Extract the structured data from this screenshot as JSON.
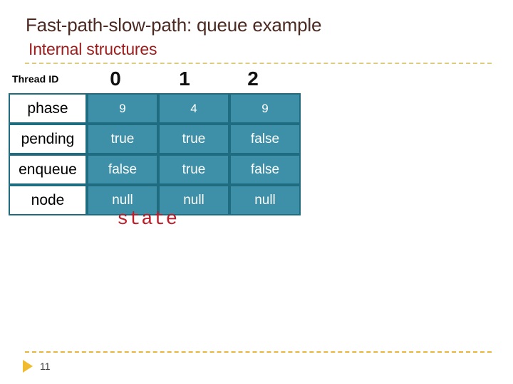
{
  "slide": {
    "title": "Fast-path-slow-path: queue example",
    "subtitle": "Internal structures",
    "title_color": "#4b2a22",
    "subtitle_color": "#9e1b1b"
  },
  "table": {
    "corner_label": "Thread ID",
    "column_headers": [
      "0",
      "1",
      "2"
    ],
    "accent_color": "#3d90a7",
    "border_color": "#1f6b80",
    "rows": [
      {
        "label": "phase",
        "values": [
          "9",
          "4",
          "9"
        ]
      },
      {
        "label": "pending",
        "values": [
          "true",
          "true",
          "false"
        ]
      },
      {
        "label": "enqueue",
        "values": [
          "false",
          "true",
          "false"
        ]
      },
      {
        "label": "node",
        "values": [
          "null",
          "null",
          "null"
        ]
      }
    ],
    "caption": "state",
    "caption_color": "#c01c28"
  },
  "footer": {
    "page_number": "11",
    "marker_icon": "triangle-right-icon",
    "divider_color": "#e8b73a"
  }
}
